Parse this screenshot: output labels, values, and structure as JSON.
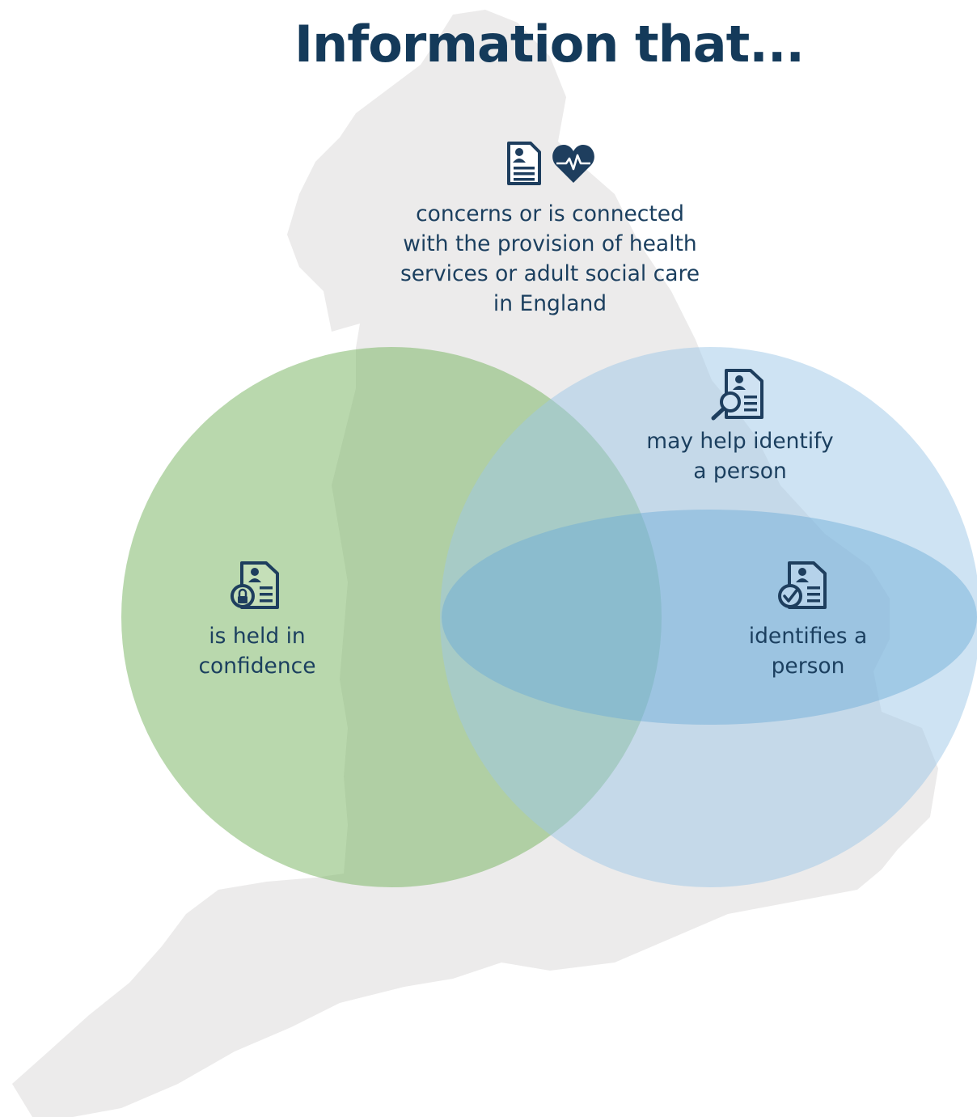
{
  "title": "Information that...",
  "map": {
    "name": "England outline",
    "color": "#ecebeb"
  },
  "colors": {
    "title": "#143a5a",
    "text": "#1b3f5f",
    "icon": "#1e3e5e",
    "green_circle": "#7fb86a",
    "blue_circle": "#9ec7e8",
    "ellipse": "#6aaad6"
  },
  "sets": {
    "health": {
      "icons": [
        "patient-record-icon",
        "heartbeat-heart-icon"
      ],
      "lines": [
        "concerns or is connected",
        "with the provision of health",
        "services or adult social care",
        "in England"
      ]
    },
    "confidence": {
      "icon": "record-lock-icon",
      "lines": [
        "is held in",
        "confidence"
      ]
    },
    "may_identify": {
      "icon": "record-magnifier-icon",
      "lines": [
        "may help identify",
        "a person"
      ]
    },
    "identifies": {
      "icon": "record-check-icon",
      "lines": [
        "identifies a",
        "person"
      ]
    }
  }
}
